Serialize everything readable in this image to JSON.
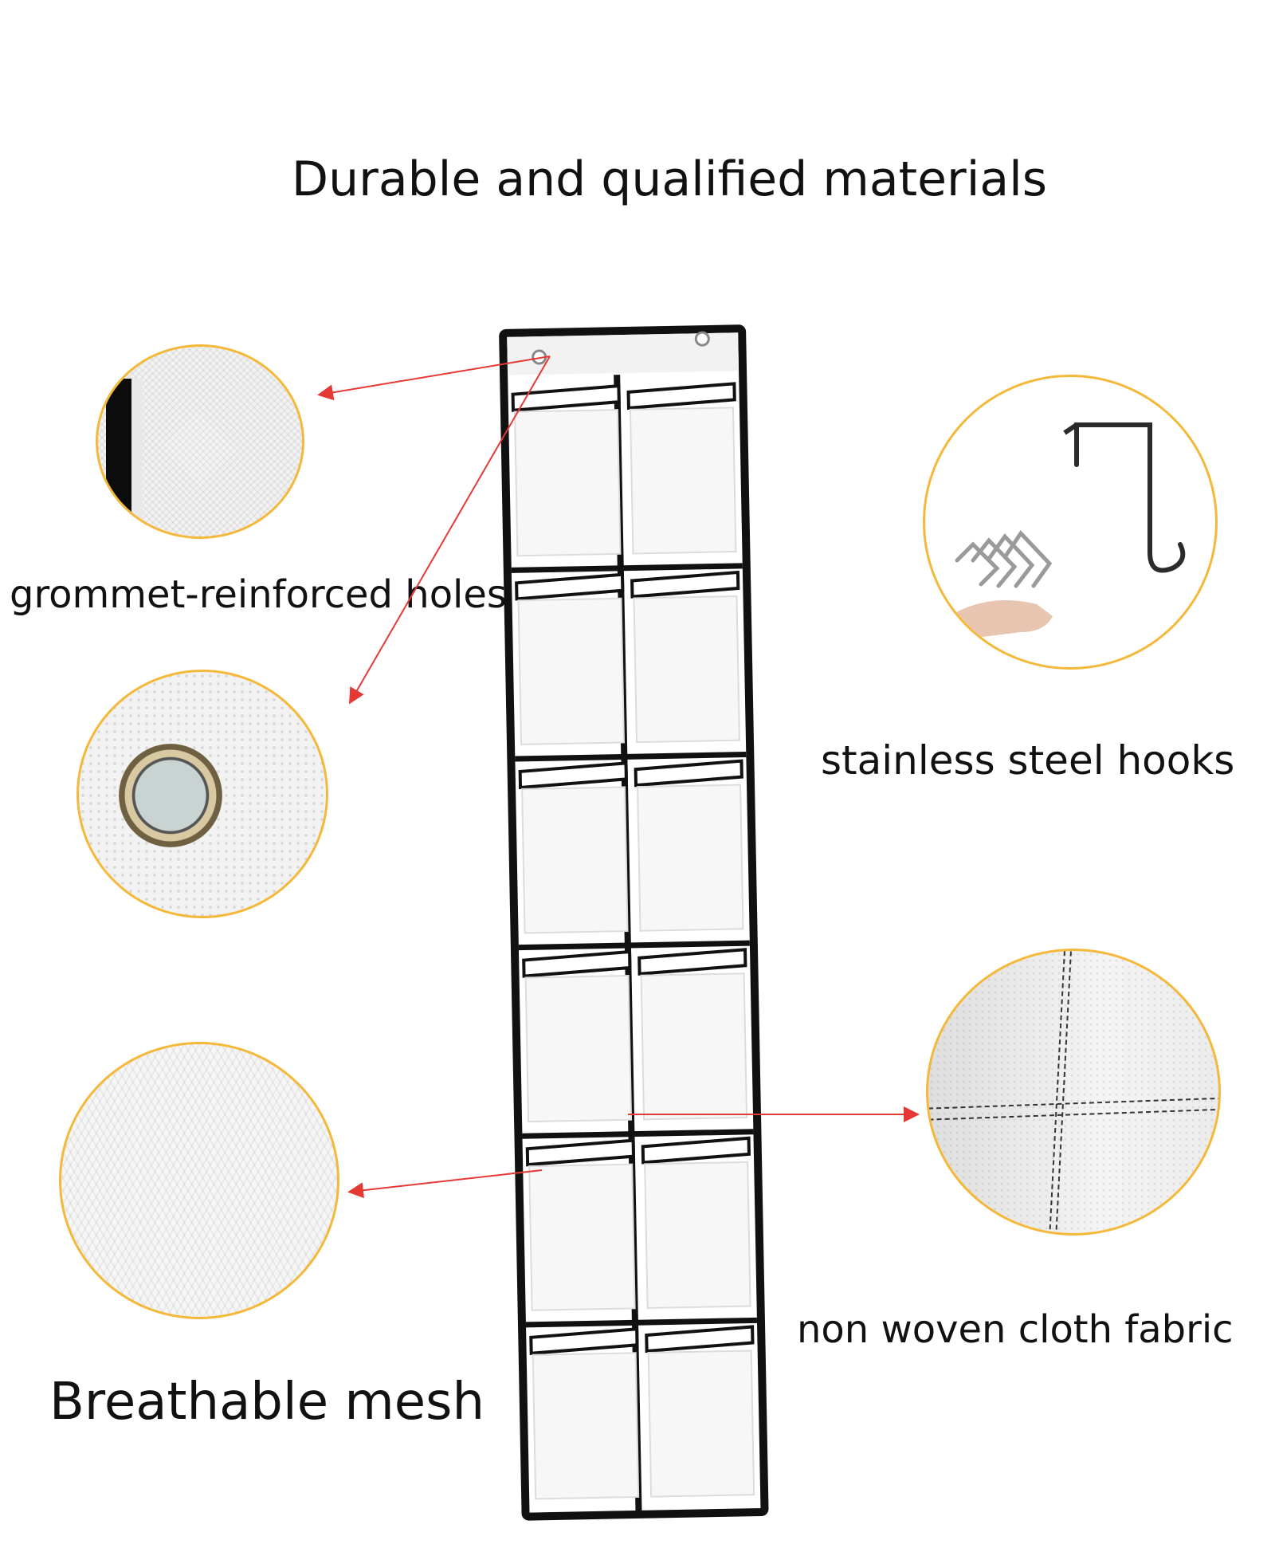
{
  "title": "Durable and qualified materials",
  "features": {
    "grommet": "grommet-reinforced holes",
    "hooks": "stainless steel hooks",
    "fabric": "non woven cloth fabric",
    "mesh": "Breathable mesh"
  },
  "colors": {
    "circle_border": "#f4b83a",
    "arrow": "#e53935",
    "organizer_trim": "#111111"
  },
  "organizer": {
    "pocket_rows": 6,
    "pocket_columns": 2
  }
}
